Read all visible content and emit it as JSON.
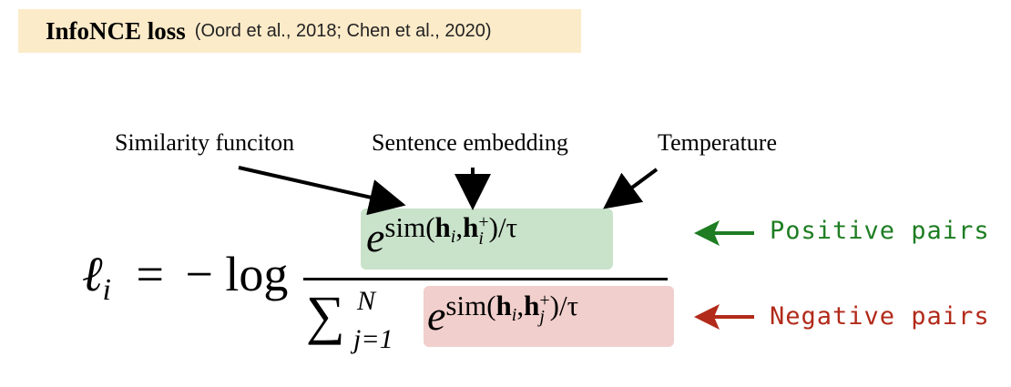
{
  "title": {
    "main": "InfoNCE loss",
    "citation": "(Oord et al., 2018; Chen et al., 2020)"
  },
  "annotations": {
    "similarity": "Similarity funciton",
    "embedding": "Sentence embedding",
    "temperature": "Temperature"
  },
  "equation": {
    "lhs_var": "ℓ",
    "lhs_sub": "i",
    "equals": "=",
    "neg_log": "− log",
    "num_e": "e",
    "num_exponent": "sim(",
    "h_bold": "h",
    "sub_i": "i",
    "comma": ",",
    "sup_plus": "+",
    "close_tau": ")/τ",
    "sum_symbol": "∑",
    "sum_upper": "N",
    "sum_lower": "j=1",
    "sub_j": "j"
  },
  "labels": {
    "positive": "Positive pairs",
    "negative": "Negative pairs"
  },
  "colors": {
    "title_bg": "#fcebc9",
    "positive_box": "#c9e2ca",
    "negative_box": "#f1cfcc",
    "positive_label": "#1e7d22",
    "negative_label": "#b22a1a"
  }
}
